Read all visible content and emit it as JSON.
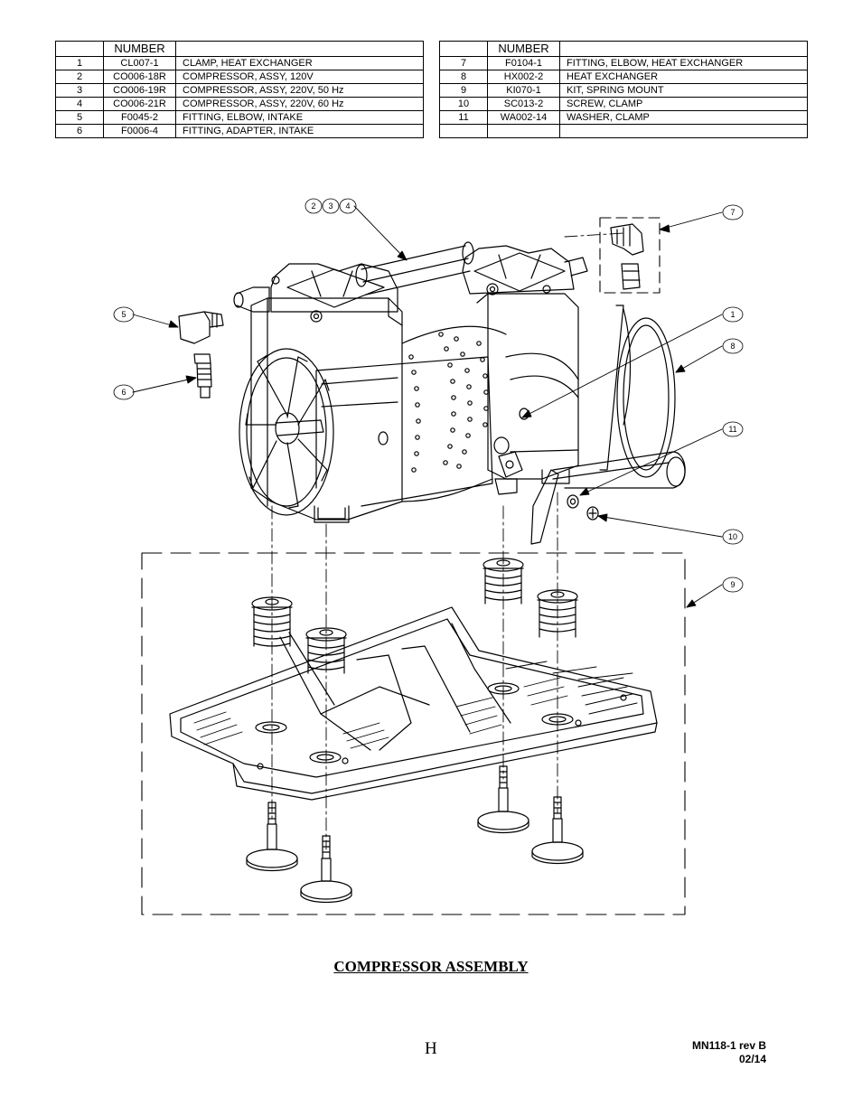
{
  "tables": {
    "left": {
      "header": [
        "",
        "NUMBER",
        ""
      ],
      "rows": [
        {
          "item": "1",
          "number": "CL007-1",
          "desc": "CLAMP, HEAT EXCHANGER"
        },
        {
          "item": "2",
          "number": "CO006-18R",
          "desc": "COMPRESSOR, ASSY, 120V"
        },
        {
          "item": "3",
          "number": "CO006-19R",
          "desc": "COMPRESSOR, ASSY, 220V, 50 Hz"
        },
        {
          "item": "4",
          "number": "CO006-21R",
          "desc": "COMPRESSOR, ASSY, 220V, 60 Hz"
        },
        {
          "item": "5",
          "number": "F0045-2",
          "desc": "FITTING, ELBOW, INTAKE"
        },
        {
          "item": "6",
          "number": "F0006-4",
          "desc": "FITTING, ADAPTER, INTAKE"
        }
      ]
    },
    "right": {
      "header": [
        "",
        "NUMBER",
        ""
      ],
      "rows": [
        {
          "item": "7",
          "number": "F0104-1",
          "desc": "FITTING, ELBOW, HEAT EXCHANGER"
        },
        {
          "item": "8",
          "number": "HX002-2",
          "desc": "HEAT EXCHANGER"
        },
        {
          "item": "9",
          "number": "KI070-1",
          "desc": "KIT, SPRING MOUNT"
        },
        {
          "item": "10",
          "number": "SC013-2",
          "desc": "SCREW, CLAMP"
        },
        {
          "item": "11",
          "number": "WA002-14",
          "desc": "WASHER, CLAMP"
        },
        {
          "item": "",
          "number": "",
          "desc": ""
        }
      ]
    }
  },
  "callouts": {
    "c2": "2",
    "c3": "3",
    "c4": "4",
    "c5": "5",
    "c6": "6",
    "c7": "7",
    "c1": "1",
    "c8": "8",
    "c11": "11",
    "c10": "10",
    "c9": "9"
  },
  "title": "COMPRESSOR ASSEMBLY",
  "page_letter": "H",
  "doc_number": "MN118-1 rev B",
  "doc_date": "02/14"
}
